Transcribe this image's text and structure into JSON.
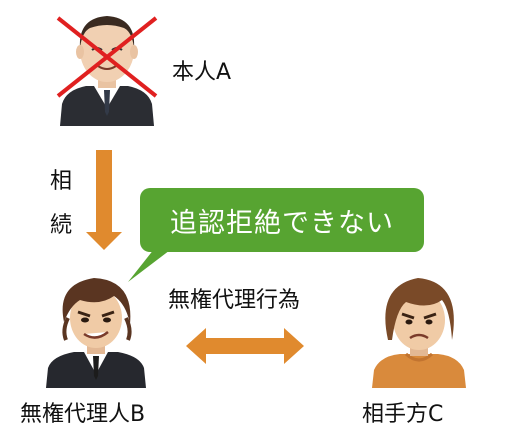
{
  "nodes": {
    "principal": {
      "label": "本人A"
    },
    "agent": {
      "label": "無権代理人B"
    },
    "counterparty": {
      "label": "相手方C"
    }
  },
  "edges": {
    "inheritance": {
      "label_chars": [
        "相",
        "続"
      ]
    },
    "unauthorized_act": {
      "label": "無権代理行為"
    }
  },
  "callout": {
    "text": "追認拒絶できない"
  },
  "colors": {
    "arrow": "#e08a2e",
    "callout": "#57a431",
    "cross": "#e02020",
    "suit": "#2b2d33"
  }
}
